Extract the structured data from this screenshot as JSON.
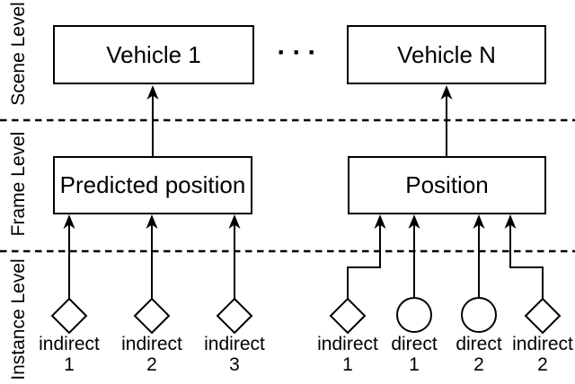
{
  "diagram": {
    "levels": [
      {
        "id": "scene",
        "label": "Scene Level"
      },
      {
        "id": "frame",
        "label": "Frame Level"
      },
      {
        "id": "instance",
        "label": "Instance Level"
      }
    ],
    "scene_nodes": [
      {
        "label": "Vehicle 1"
      },
      {
        "label": "Vehicle N"
      }
    ],
    "ellipsis": "···",
    "frame_nodes": [
      {
        "label": "Predicted position"
      },
      {
        "label": "Position"
      }
    ],
    "instance_nodes": [
      {
        "shape": "diamond",
        "label": "indirect",
        "number": "1"
      },
      {
        "shape": "diamond",
        "label": "indirect",
        "number": "2"
      },
      {
        "shape": "diamond",
        "label": "indirect",
        "number": "3"
      },
      {
        "shape": "diamond",
        "label": "indirect",
        "number": "1"
      },
      {
        "shape": "circle",
        "label": "direct",
        "number": "1"
      },
      {
        "shape": "circle",
        "label": "direct",
        "number": "2"
      },
      {
        "shape": "diamond",
        "label": "indirect",
        "number": "2"
      }
    ],
    "colors": {
      "stroke": "#000000",
      "background": "#ffffff",
      "text": "#000000"
    }
  }
}
